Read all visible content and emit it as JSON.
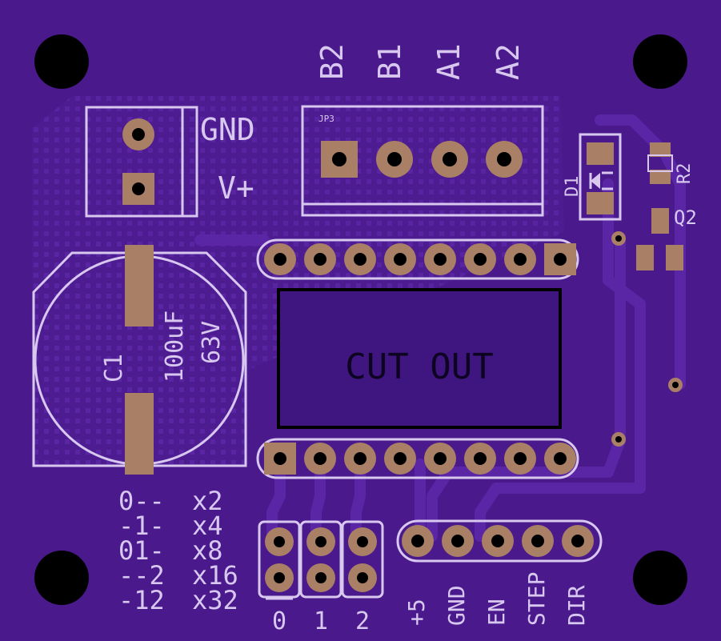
{
  "board": {
    "connector_top": {
      "label": "JP3",
      "pins": [
        "B2",
        "B1",
        "A1",
        "A2"
      ]
    },
    "power_terminal": {
      "labels": [
        "GND",
        "V+"
      ]
    },
    "capacitor": {
      "ref": "C1",
      "value": "100uF",
      "voltage": "63V"
    },
    "cutout": {
      "label": "CUT OUT"
    },
    "diode": {
      "ref": "D1"
    },
    "resistor": {
      "ref": "R2"
    },
    "transistor": {
      "ref": "Q2"
    },
    "microstep_table": [
      [
        "0--",
        "x2"
      ],
      [
        "-1-",
        "x4"
      ],
      [
        "01-",
        "x8"
      ],
      [
        "--2",
        "x16"
      ],
      [
        "-12",
        "x32"
      ]
    ],
    "jumper_labels": [
      "0",
      "1",
      "2"
    ],
    "control_header": {
      "pins": [
        "+5",
        "GND",
        "EN",
        "STEP",
        "DIR"
      ]
    },
    "colors": {
      "board": "#4a1a8c",
      "board_alt": "#55209e",
      "copper": "#a97f66",
      "silkscreen": "#d8c8f0",
      "hole": "#000000",
      "cutout_text": "#0c0420"
    }
  }
}
